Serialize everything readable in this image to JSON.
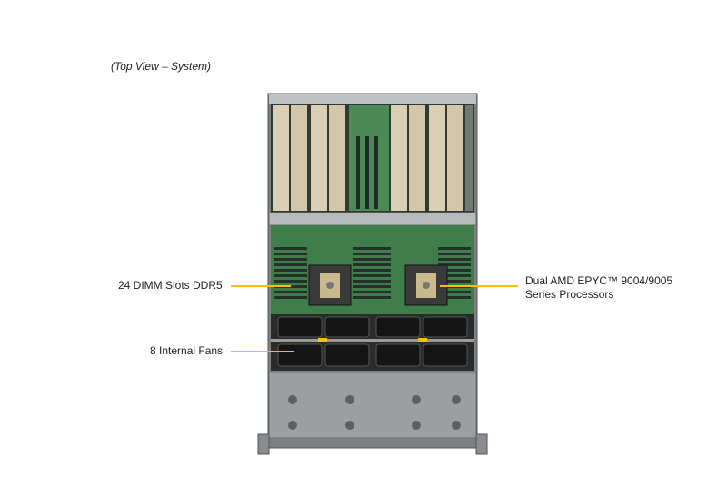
{
  "caption": "(Top View – System)",
  "callouts": {
    "dimm": "24 DIMM Slots DDR5",
    "fans": "8 Internal Fans",
    "cpu_line1": "Dual AMD EPYC™ 9004/9005",
    "cpu_line2": "Series Processors"
  },
  "colors": {
    "leader": "#f2c300",
    "chassis": "#8a8c8f",
    "pcb": "#3f7d4a",
    "gpu_card": "#d9cfb4"
  }
}
